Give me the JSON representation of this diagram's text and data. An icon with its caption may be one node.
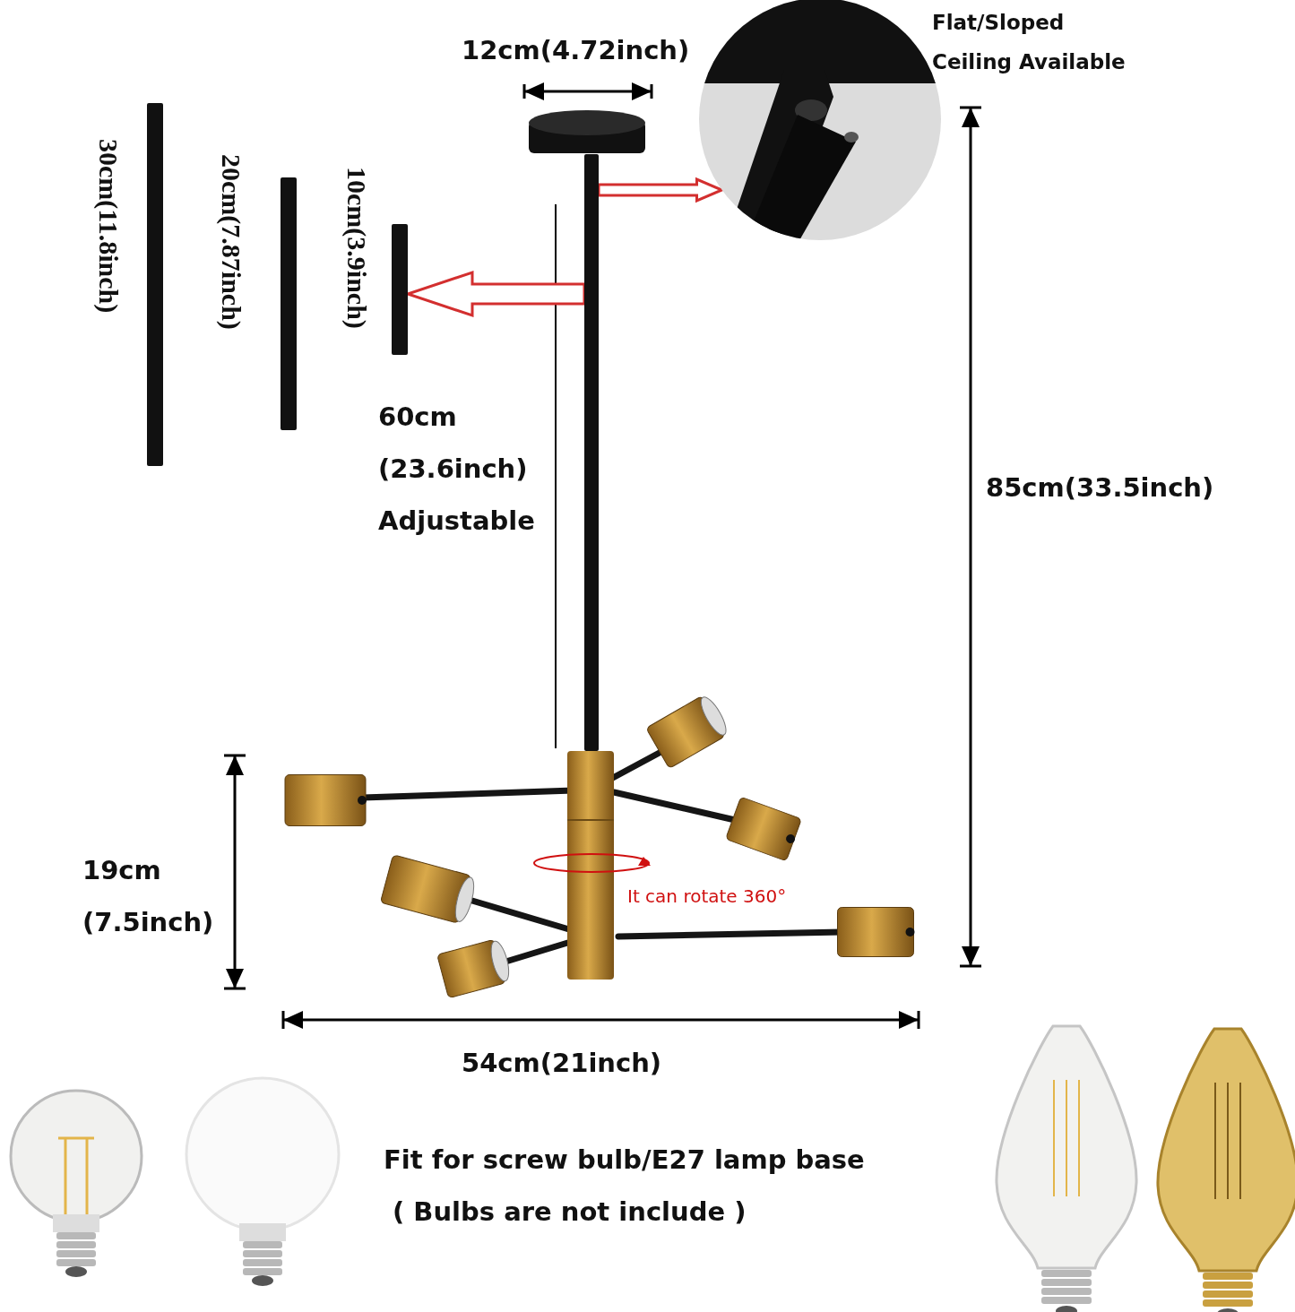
{
  "diagram": {
    "nodes": [
      {
        "text": [],
        "shape": "bar"
      },
      {
        "text": [],
        "shape": "picture",
        "beside": [
          "Flat/Sloped Ceiling Available"
        ]
      },
      {
        "text": [],
        "shape": "bar",
        "beside": [
          "30cm(11.8inch)"
        ]
      },
      {
        "text": [],
        "shape": "bar",
        "beside": [
          "20cm(7.87inch)"
        ]
      },
      {
        "text": [],
        "shape": "bar",
        "beside": [
          "10cm(3.9inch)"
        ]
      }
    ],
    "edges": [
      {
        "from": 0,
        "to": 1,
        "arrow": "to"
      },
      {
        "from": 0,
        "to": 4,
        "arrow": "to"
      }
    ],
    "labels": [
      "12cm(4.72inch)",
      "60cm (23.6inch) Adjustable",
      "85cm(33.5inch)",
      "19cm (7.5inch)",
      "It can rotate 360°",
      "54cm(21inch)",
      "Fit for screw bulb/E27 lamp base",
      "( Bulbs are not include )"
    ]
  }
}
